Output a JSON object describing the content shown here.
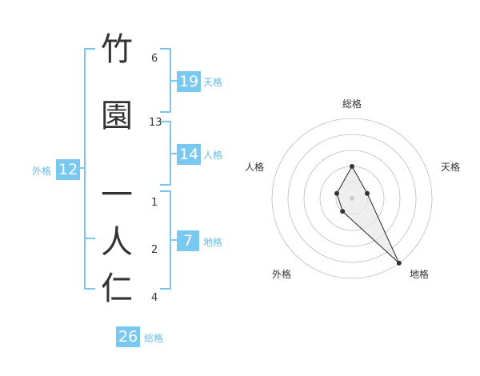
{
  "name": {
    "surname": [
      {
        "char": "竹",
        "strokes": "6"
      },
      {
        "char": "園",
        "strokes": "13"
      }
    ],
    "given": [
      {
        "char": "一",
        "strokes": "1"
      },
      {
        "char": "人",
        "strokes": "2"
      },
      {
        "char": "仁",
        "strokes": "4"
      }
    ]
  },
  "kaku": {
    "tenkaku": {
      "label": "天格",
      "value": "19"
    },
    "jinkaku": {
      "label": "人格",
      "value": "14"
    },
    "chikaku": {
      "label": "地格",
      "value": "7"
    },
    "gaikaku": {
      "label": "外格",
      "value": "12"
    },
    "soukaku": {
      "label": "総格",
      "value": "26"
    }
  },
  "colors": {
    "accent": "#78c8f0",
    "label": "#69bde8",
    "text": "#333333"
  },
  "chart_data": {
    "type": "radar",
    "axes": [
      "総格",
      "天格",
      "地格",
      "外格",
      "人格"
    ],
    "values": [
      2,
      1,
      5,
      1,
      1
    ],
    "max": 5
  }
}
